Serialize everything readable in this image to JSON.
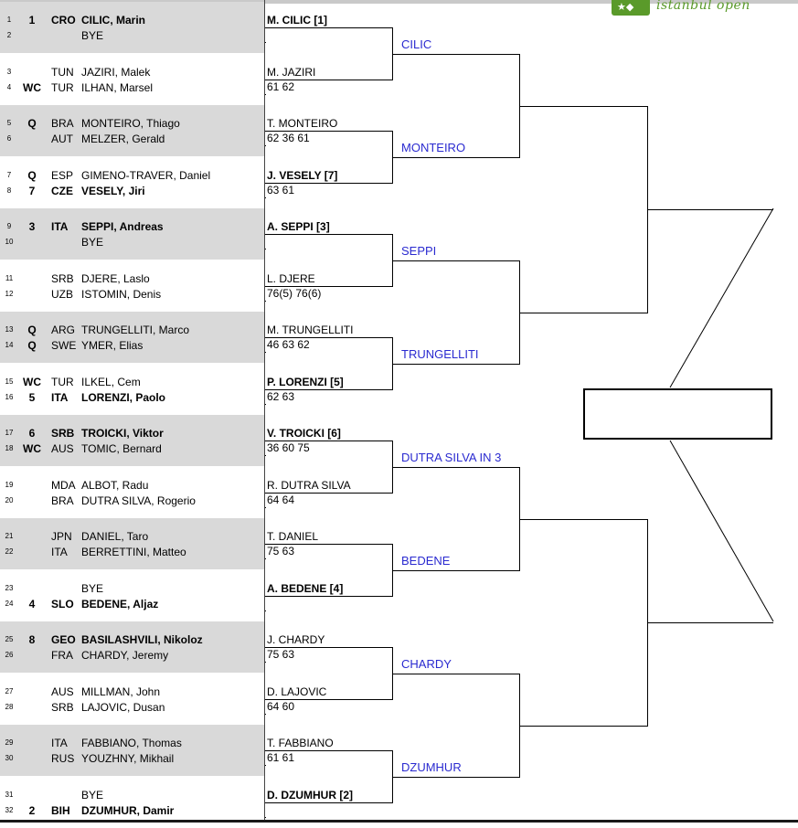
{
  "logo": {
    "text": "istanbul open"
  },
  "draw": [
    {
      "num": "1",
      "seed": "1",
      "country": "CRO",
      "name": "CILIC, Marin",
      "bold": true
    },
    {
      "num": "2",
      "seed": "",
      "country": "",
      "name": "BYE",
      "bold": false
    },
    {
      "num": "3",
      "seed": "",
      "country": "TUN",
      "name": "JAZIRI, Malek",
      "bold": false
    },
    {
      "num": "4",
      "seed": "WC",
      "country": "TUR",
      "name": "ILHAN, Marsel",
      "bold": false
    },
    {
      "num": "5",
      "seed": "Q",
      "country": "BRA",
      "name": "MONTEIRO, Thiago",
      "bold": false
    },
    {
      "num": "6",
      "seed": "",
      "country": "AUT",
      "name": "MELZER, Gerald",
      "bold": false
    },
    {
      "num": "7",
      "seed": "Q",
      "country": "ESP",
      "name": "GIMENO-TRAVER, Daniel",
      "bold": false
    },
    {
      "num": "8",
      "seed": "7",
      "country": "CZE",
      "name": "VESELY, Jiri",
      "bold": true
    },
    {
      "num": "9",
      "seed": "3",
      "country": "ITA",
      "name": "SEPPI, Andreas",
      "bold": true
    },
    {
      "num": "10",
      "seed": "",
      "country": "",
      "name": "BYE",
      "bold": false
    },
    {
      "num": "11",
      "seed": "",
      "country": "SRB",
      "name": "DJERE, Laslo",
      "bold": false
    },
    {
      "num": "12",
      "seed": "",
      "country": "UZB",
      "name": "ISTOMIN, Denis",
      "bold": false
    },
    {
      "num": "13",
      "seed": "Q",
      "country": "ARG",
      "name": "TRUNGELLITI, Marco",
      "bold": false
    },
    {
      "num": "14",
      "seed": "Q",
      "country": "SWE",
      "name": "YMER, Elias",
      "bold": false
    },
    {
      "num": "15",
      "seed": "WC",
      "country": "TUR",
      "name": "ILKEL, Cem",
      "bold": false
    },
    {
      "num": "16",
      "seed": "5",
      "country": "ITA",
      "name": "LORENZI, Paolo",
      "bold": true
    },
    {
      "num": "17",
      "seed": "6",
      "country": "SRB",
      "name": "TROICKI, Viktor",
      "bold": true
    },
    {
      "num": "18",
      "seed": "WC",
      "country": "AUS",
      "name": "TOMIC, Bernard",
      "bold": false
    },
    {
      "num": "19",
      "seed": "",
      "country": "MDA",
      "name": "ALBOT, Radu",
      "bold": false
    },
    {
      "num": "20",
      "seed": "",
      "country": "BRA",
      "name": "DUTRA SILVA, Rogerio",
      "bold": false
    },
    {
      "num": "21",
      "seed": "",
      "country": "JPN",
      "name": "DANIEL, Taro",
      "bold": false
    },
    {
      "num": "22",
      "seed": "",
      "country": "ITA",
      "name": "BERRETTINI, Matteo",
      "bold": false
    },
    {
      "num": "23",
      "seed": "",
      "country": "",
      "name": "BYE",
      "bold": false
    },
    {
      "num": "24",
      "seed": "4",
      "country": "SLO",
      "name": "BEDENE, Aljaz",
      "bold": true
    },
    {
      "num": "25",
      "seed": "8",
      "country": "GEO",
      "name": "BASILASHVILI, Nikoloz",
      "bold": true
    },
    {
      "num": "26",
      "seed": "",
      "country": "FRA",
      "name": "CHARDY, Jeremy",
      "bold": false
    },
    {
      "num": "27",
      "seed": "",
      "country": "AUS",
      "name": "MILLMAN, John",
      "bold": false
    },
    {
      "num": "28",
      "seed": "",
      "country": "SRB",
      "name": "LAJOVIC, Dusan",
      "bold": false
    },
    {
      "num": "29",
      "seed": "",
      "country": "ITA",
      "name": "FABBIANO, Thomas",
      "bold": false
    },
    {
      "num": "30",
      "seed": "",
      "country": "RUS",
      "name": "YOUZHNY, Mikhail",
      "bold": false
    },
    {
      "num": "31",
      "seed": "",
      "country": "",
      "name": "BYE",
      "bold": false
    },
    {
      "num": "32",
      "seed": "2",
      "country": "BIH",
      "name": "DZUMHUR, Damir",
      "bold": true
    }
  ],
  "round1": [
    {
      "winner": "M. CILIC [1]",
      "score": "",
      "bold": true
    },
    {
      "winner": "M. JAZIRI",
      "score": "61 62",
      "bold": false
    },
    {
      "winner": "T. MONTEIRO",
      "score": "62 36 61",
      "bold": false
    },
    {
      "winner": "J. VESELY [7]",
      "score": "63 61",
      "bold": true
    },
    {
      "winner": "A. SEPPI [3]",
      "score": "",
      "bold": true
    },
    {
      "winner": "L. DJERE",
      "score": "76(5) 76(6)",
      "bold": false
    },
    {
      "winner": "M. TRUNGELLITI",
      "score": "46 63 62",
      "bold": false
    },
    {
      "winner": "P. LORENZI [5]",
      "score": "62 63",
      "bold": true
    },
    {
      "winner": "V. TROICKI [6]",
      "score": "36 60 75",
      "bold": true
    },
    {
      "winner": "R. DUTRA SILVA",
      "score": "64 64",
      "bold": false
    },
    {
      "winner": "T. DANIEL",
      "score": "75 63",
      "bold": false
    },
    {
      "winner": "A. BEDENE [4]",
      "score": "",
      "bold": true
    },
    {
      "winner": "J. CHARDY",
      "score": "75 63",
      "bold": false
    },
    {
      "winner": "D. LAJOVIC",
      "score": "64 60",
      "bold": false
    },
    {
      "winner": "T. FABBIANO",
      "score": "61 61",
      "bold": false
    },
    {
      "winner": "D. DZUMHUR [2]",
      "score": "",
      "bold": true
    }
  ],
  "round2": [
    "CILIC",
    "MONTEIRO",
    "SEPPI",
    "TRUNGELLITI",
    "DUTRA SILVA IN 3",
    "BEDENE",
    "CHARDY",
    "DZUMHUR"
  ],
  "final": {
    "winner": ""
  }
}
